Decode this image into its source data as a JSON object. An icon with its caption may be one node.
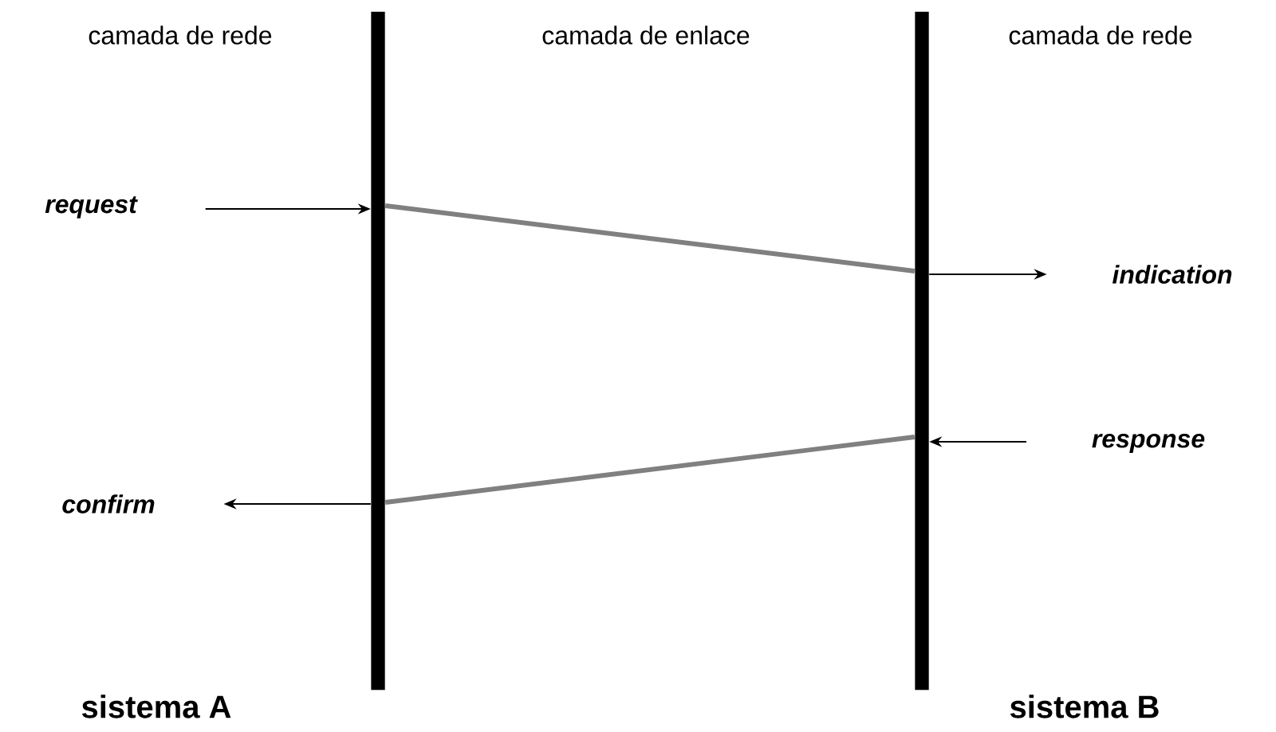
{
  "diagram": {
    "nodes": [
      {
        "text": [],
        "shape": "bar"
      },
      {
        "text": [],
        "shape": "bar"
      },
      {
        "text": [
          "request"
        ]
      },
      {
        "text": [
          "indication"
        ]
      },
      {
        "text": [
          "response"
        ]
      },
      {
        "text": [
          "confirm"
        ]
      }
    ],
    "edges": [
      {
        "from": 2,
        "to": 0,
        "arrow": "to"
      },
      {
        "from": 0,
        "to": 1,
        "arrow": "none",
        "style": "thick",
        "color": "#808080"
      },
      {
        "from": 1,
        "to": 3,
        "arrow": "to"
      },
      {
        "from": 4,
        "to": 1,
        "arrow": "to"
      },
      {
        "from": 1,
        "to": 0,
        "arrow": "none",
        "style": "thick",
        "color": "#808080"
      },
      {
        "from": 0,
        "to": 5,
        "arrow": "to"
      }
    ],
    "labels": [
      "camada de rede",
      "camada de enlace",
      "camada de rede",
      "sistema A",
      "sistema B"
    ]
  }
}
